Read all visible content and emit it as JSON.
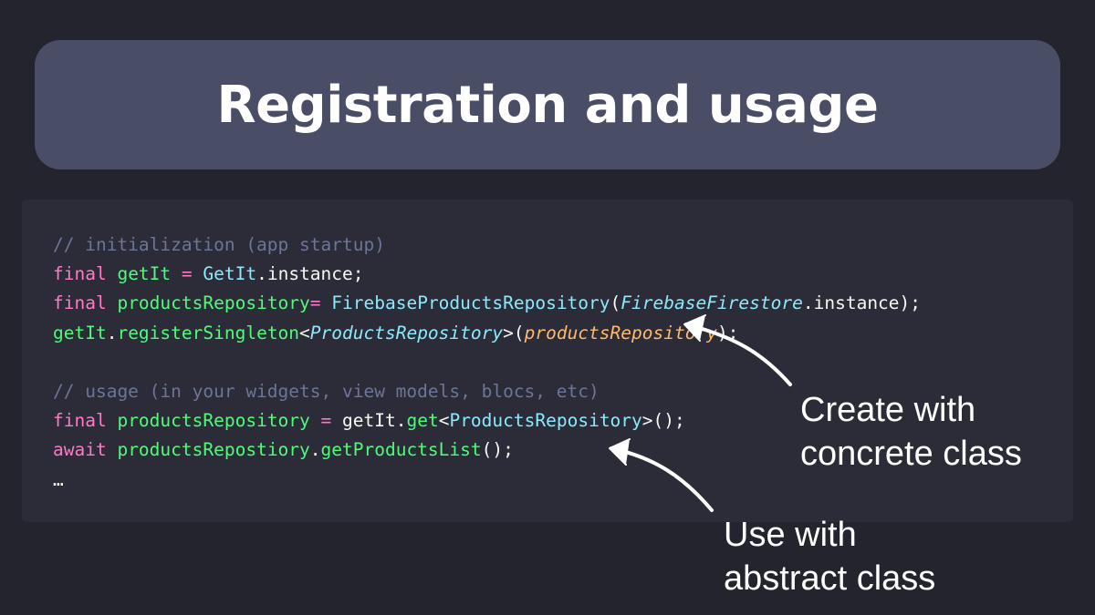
{
  "slide": {
    "title": "Registration and usage"
  },
  "code": {
    "lines": [
      [
        {
          "t": "// initialization (app startup)",
          "k": "comment"
        }
      ],
      [
        {
          "t": "final",
          "k": "keyword"
        },
        {
          "t": " ",
          "k": "plain"
        },
        {
          "t": "getIt",
          "k": "var"
        },
        {
          "t": " ",
          "k": "plain"
        },
        {
          "t": "=",
          "k": "keyword"
        },
        {
          "t": " ",
          "k": "plain"
        },
        {
          "t": "GetIt",
          "k": "class"
        },
        {
          "t": ".instance;",
          "k": "plain"
        }
      ],
      [
        {
          "t": "final",
          "k": "keyword"
        },
        {
          "t": " ",
          "k": "plain"
        },
        {
          "t": "productsRepository",
          "k": "var"
        },
        {
          "t": "=",
          "k": "keyword"
        },
        {
          "t": " ",
          "k": "plain"
        },
        {
          "t": "FirebaseProductsRepository",
          "k": "class"
        },
        {
          "t": "(",
          "k": "plain"
        },
        {
          "t": "FirebaseFirestore",
          "k": "type"
        },
        {
          "t": ".instance);",
          "k": "plain"
        }
      ],
      [
        {
          "t": "getIt",
          "k": "var"
        },
        {
          "t": ".",
          "k": "plain"
        },
        {
          "t": "registerSingleton",
          "k": "var"
        },
        {
          "t": "<",
          "k": "plain"
        },
        {
          "t": "ProductsRepository",
          "k": "type"
        },
        {
          "t": ">(",
          "k": "plain"
        },
        {
          "t": "productsRepository",
          "k": "param"
        },
        {
          "t": ");",
          "k": "plain"
        }
      ],
      [],
      [
        {
          "t": "// usage (in your widgets, view models, blocs, etc)",
          "k": "comment"
        }
      ],
      [
        {
          "t": "final",
          "k": "keyword"
        },
        {
          "t": " ",
          "k": "plain"
        },
        {
          "t": "productsRepository",
          "k": "var"
        },
        {
          "t": " ",
          "k": "plain"
        },
        {
          "t": "=",
          "k": "keyword"
        },
        {
          "t": " getIt.",
          "k": "plain"
        },
        {
          "t": "get",
          "k": "var"
        },
        {
          "t": "<",
          "k": "plain"
        },
        {
          "t": "ProductsRepository",
          "k": "class"
        },
        {
          "t": ">();",
          "k": "plain"
        }
      ],
      [
        {
          "t": "await",
          "k": "keyword"
        },
        {
          "t": " ",
          "k": "plain"
        },
        {
          "t": "productsRepostiory",
          "k": "var"
        },
        {
          "t": ".",
          "k": "plain"
        },
        {
          "t": "getProductsList",
          "k": "var"
        },
        {
          "t": "();",
          "k": "plain"
        }
      ],
      [
        {
          "t": "…",
          "k": "plain"
        }
      ]
    ]
  },
  "annotations": {
    "create": {
      "line1": "Create with",
      "line2": "concrete class"
    },
    "use": {
      "line1": "Use with",
      "line2": "abstract class"
    }
  },
  "colors": {
    "background": "#23242d",
    "banner": "#4a4d66",
    "code_panel": "#2b2c37",
    "comment": "#6c7596",
    "keyword": "#ff79c6",
    "variable": "#50fa7b",
    "class": "#8be9fd",
    "param": "#ffb86c",
    "plain": "#f8f8f2",
    "annotation_text": "#ffffff"
  }
}
